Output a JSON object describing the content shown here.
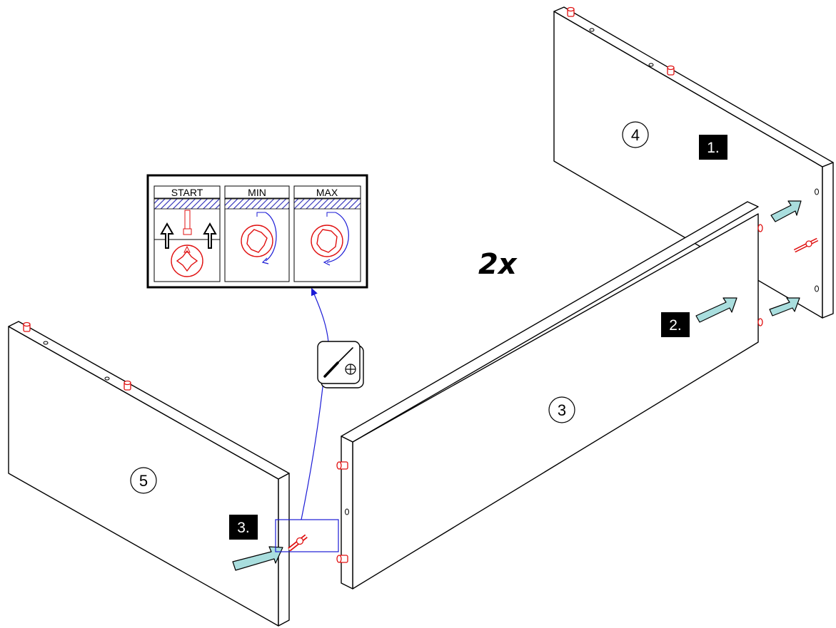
{
  "parts": {
    "p3": "3",
    "p4": "4",
    "p5": "5"
  },
  "steps": {
    "s1": "1.",
    "s2": "2.",
    "s3": "3."
  },
  "multiplier": "2x",
  "detail_panel": {
    "start": "START",
    "min": "MIN",
    "max": "MAX"
  },
  "tool_icon": "screwdriver-phillips-icon",
  "colors": {
    "hardware": "#e01010",
    "callout_line": "#1b1bd6",
    "direction_arrow": "#a9dede",
    "hatch": "#2a2ab8"
  }
}
